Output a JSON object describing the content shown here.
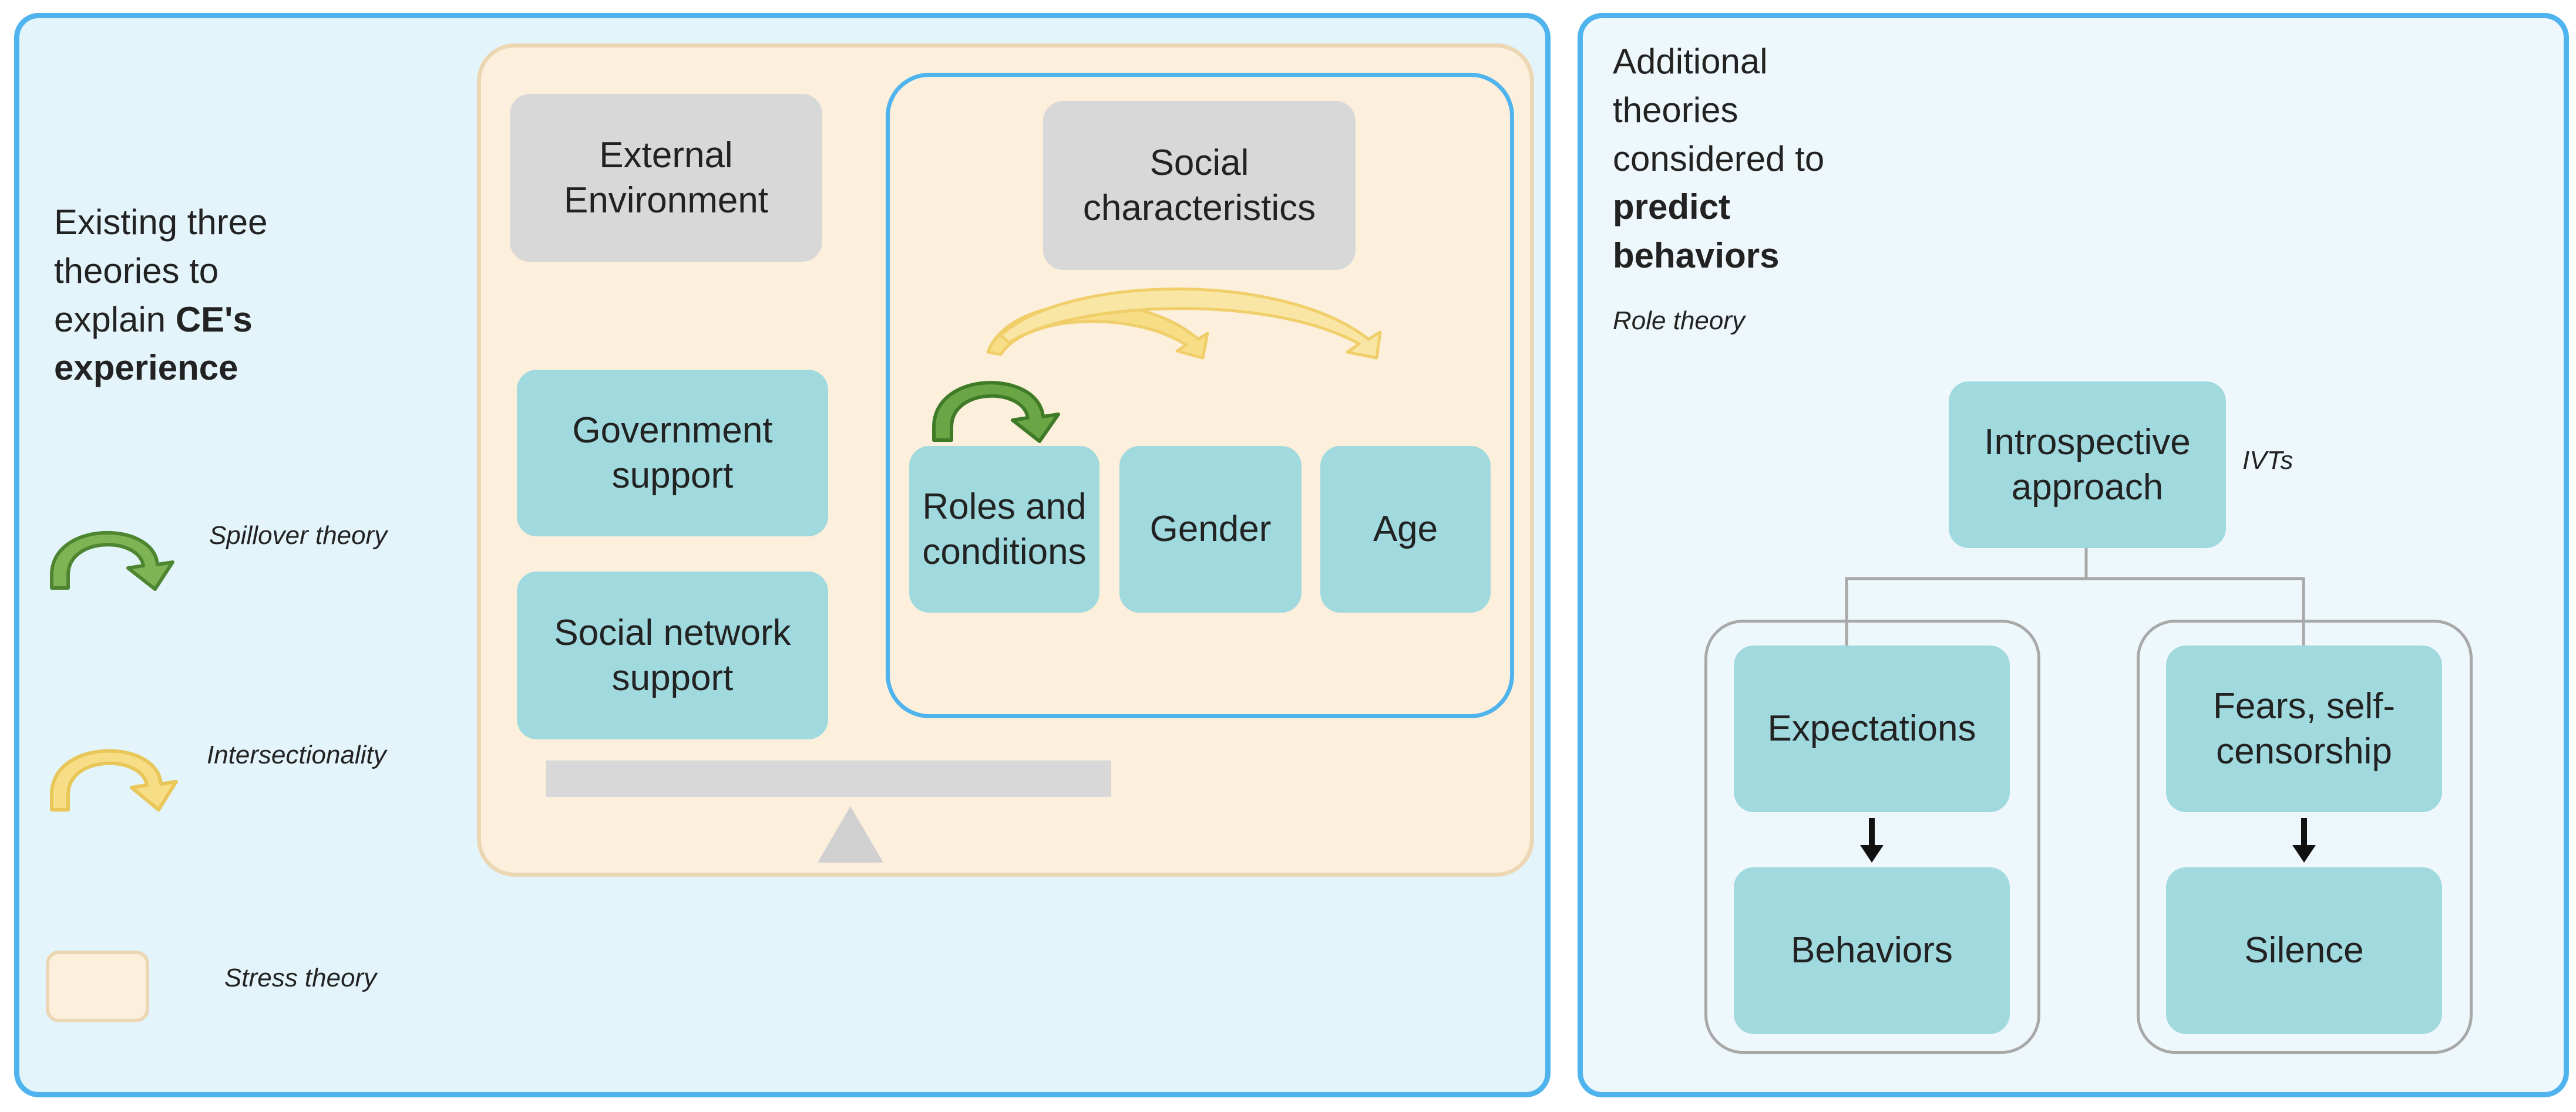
{
  "left_panel": {
    "intro_prefix": "Existing three theories to explain",
    "intro_bold": "CE's experience",
    "legend": {
      "spillover": "Spillover theory",
      "intersectionality": "Intersectionality",
      "stress": "Stress theory"
    },
    "stress_frame": {
      "external": "External Environment",
      "government": "Government support",
      "social_network": "Social network support"
    },
    "social_frame": {
      "title": "Social characteristics",
      "roles": "Roles and conditions",
      "gender": "Gender",
      "age": "Age"
    }
  },
  "right_panel": {
    "intro_prefix": "Additional theories considered to",
    "intro_bold": "predict behaviors",
    "subtitle": "Role theory",
    "root": "Introspective approach",
    "root_note": "IVTs",
    "left_group": {
      "top": "Expectations",
      "bottom": "Behaviors"
    },
    "right_group": {
      "top": "Fears, self-censorship",
      "bottom": "Silence"
    }
  },
  "colors": {
    "panel_border": "#4fb3ee",
    "left_panel_bg": "#e4f4fb",
    "right_panel_bg": "#eef7fb",
    "stress_bg": "#fcefdc",
    "stress_border": "#ecd7b5",
    "teal_box": "#a0d9de",
    "grey_box": "#d8d8d8",
    "spillover_green": "#5f9b3c",
    "intersectionality_yellow": "#f5d87c"
  }
}
